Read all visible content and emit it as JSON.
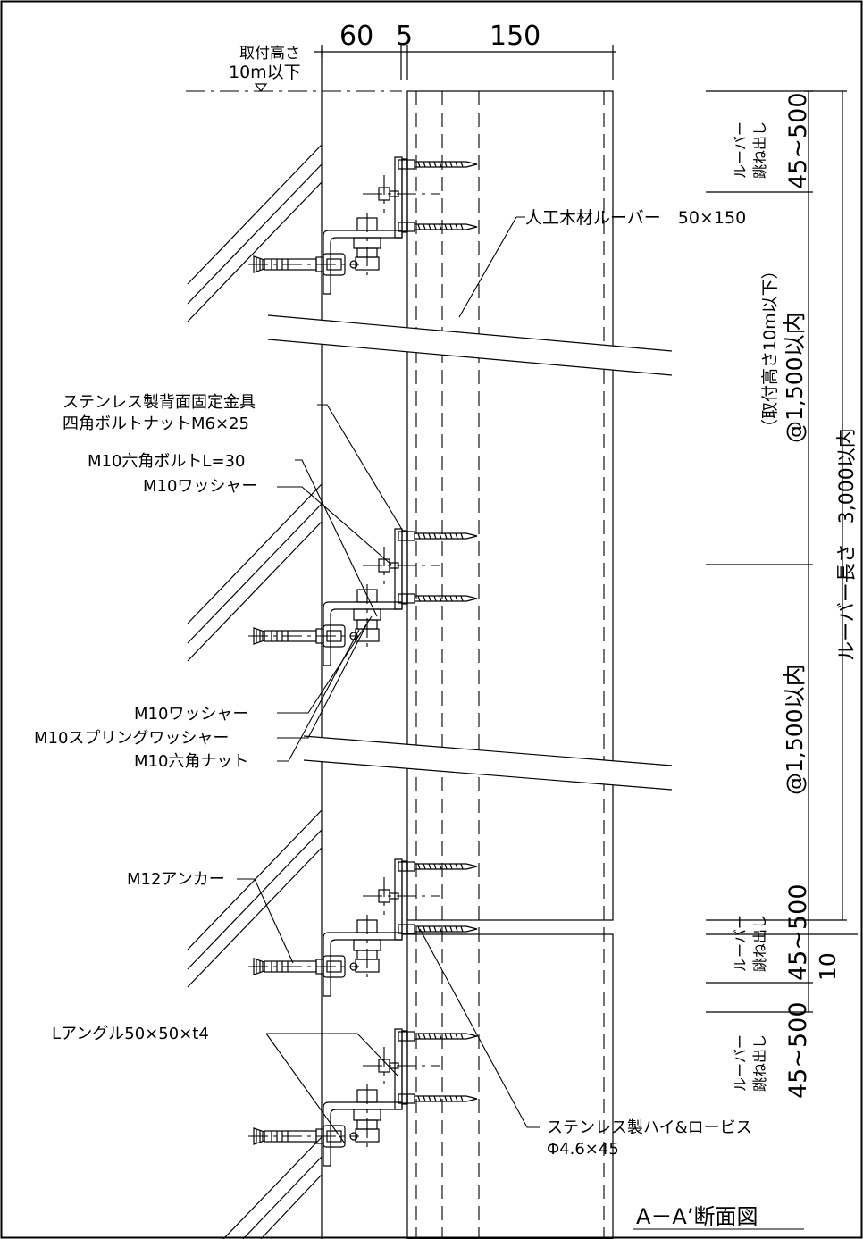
{
  "dims": {
    "d60": "60",
    "d5": "5",
    "d150": "150",
    "mount_height_1": "取付高さ",
    "mount_height_2": "10m以下",
    "proj_top": "45~500",
    "proj_mid": "45~500",
    "proj_bot": "45~500",
    "proj_label_1": "ルーバー",
    "proj_label_2": "跳ね出し",
    "pitch_upper": "@1,500以内",
    "pitch_upper_note": "（取付高さ10m以下）",
    "pitch_lower": "@1,500以内",
    "louver_length": "ルーバー長さ　3,000以内",
    "gap": "10"
  },
  "labels": {
    "louver": "人工木材ルーバー　50×150",
    "back_fixture_1": "ステンレス製背面固定金具",
    "back_fixture_2": "四角ボルトナットM6×25",
    "hex_bolt": "M10六角ボルトL=30",
    "washer_top": "M10ワッシャー",
    "washer_bottom": "M10ワッシャー",
    "spring_washer": "M10スプリングワッシャー",
    "hex_nut": "M10六角ナット",
    "anchor": "M12アンカー",
    "angle": "Lアングル50×50×t4",
    "screw_1": "ステンレス製ハイ&ロービス",
    "screw_2": "Φ4.6×45",
    "section_title": "A－A’断面図"
  }
}
